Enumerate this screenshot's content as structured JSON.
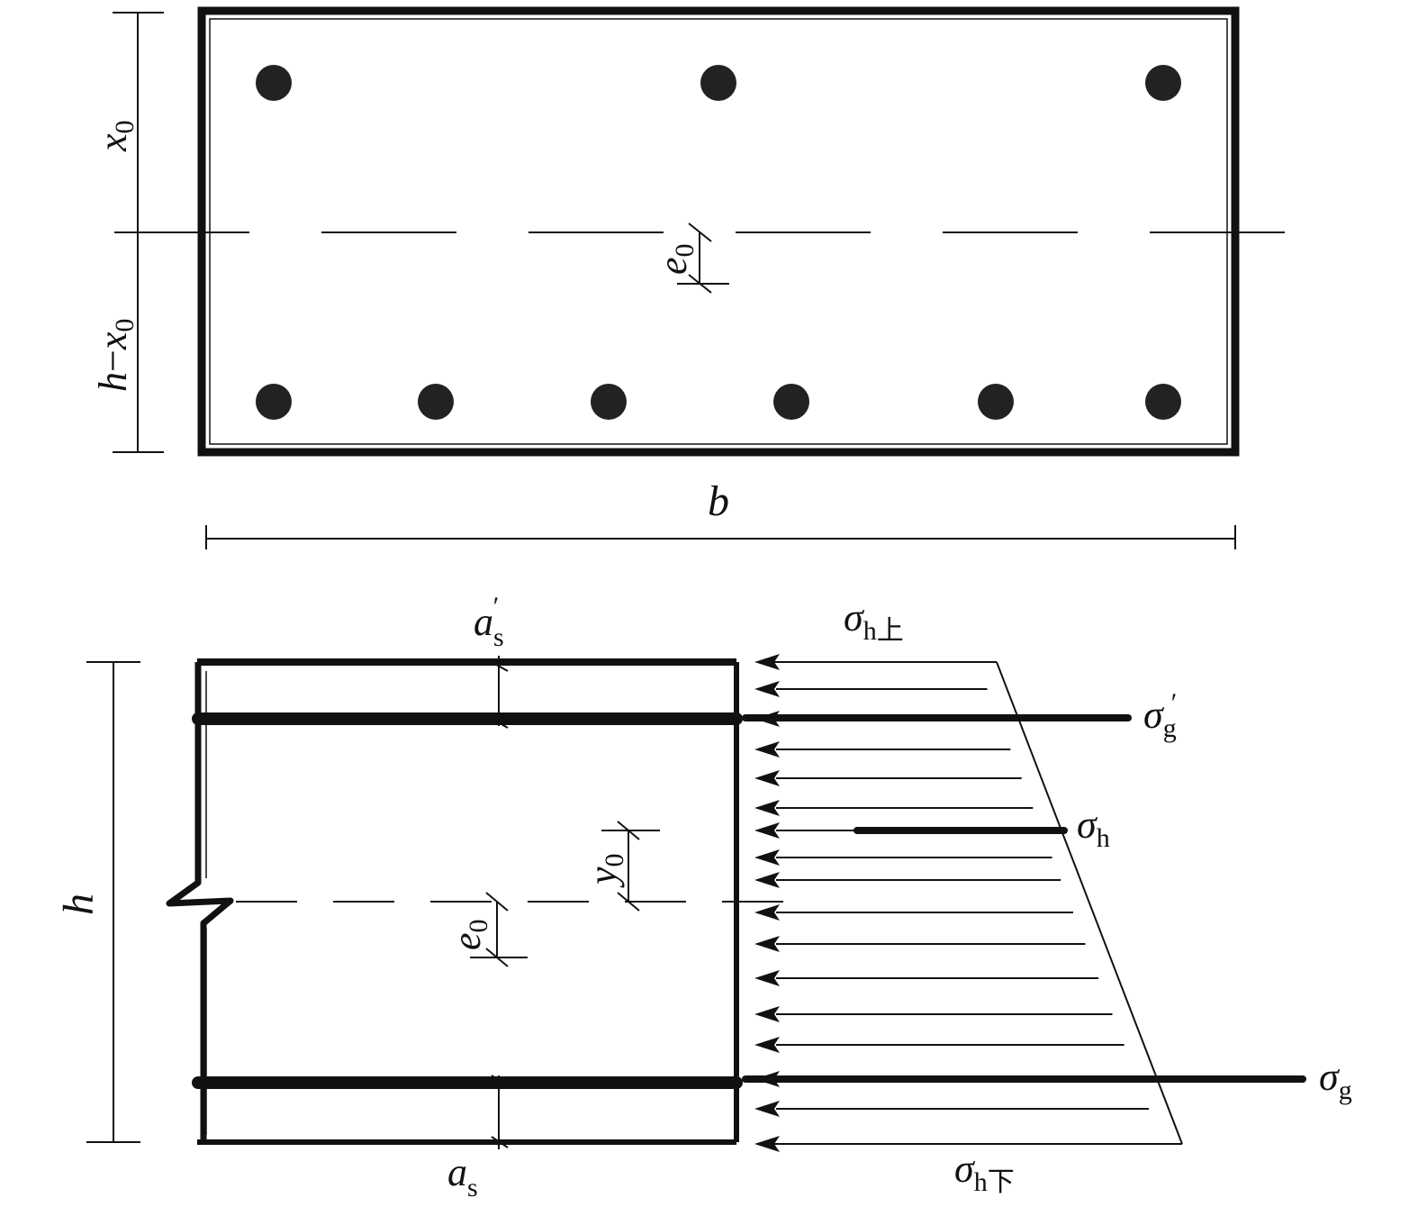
{
  "section_view": {
    "label_x0": {
      "main": "x",
      "sub": "0"
    },
    "label_h_minus_x0": {
      "main": "h",
      "minus": "−",
      "main2": "x",
      "sub": "0"
    },
    "label_e0": {
      "main": "e",
      "sub": "0"
    },
    "label_b": "b"
  },
  "elevation_view": {
    "label_h": "h",
    "label_as_prime": {
      "main": "a",
      "sub": "s",
      "prime": "′"
    },
    "label_as": {
      "main": "a",
      "sub": "s"
    },
    "label_y0": {
      "main": "y",
      "sub": "0"
    },
    "label_e0": {
      "main": "e",
      "sub": "0"
    },
    "label_sigma_h_top": {
      "main": "σ",
      "sub": "h上"
    },
    "label_sigma_h_bottom": {
      "main": "σ",
      "sub": "h下"
    },
    "label_sigma_g_prime": {
      "main": "σ",
      "sub": "g",
      "prime": "′"
    },
    "label_sigma_h": {
      "main": "σ",
      "sub": "h"
    },
    "label_sigma_g": {
      "main": "σ",
      "sub": "g"
    }
  },
  "colors": {
    "ink": "#111111",
    "background": "#ffffff"
  }
}
